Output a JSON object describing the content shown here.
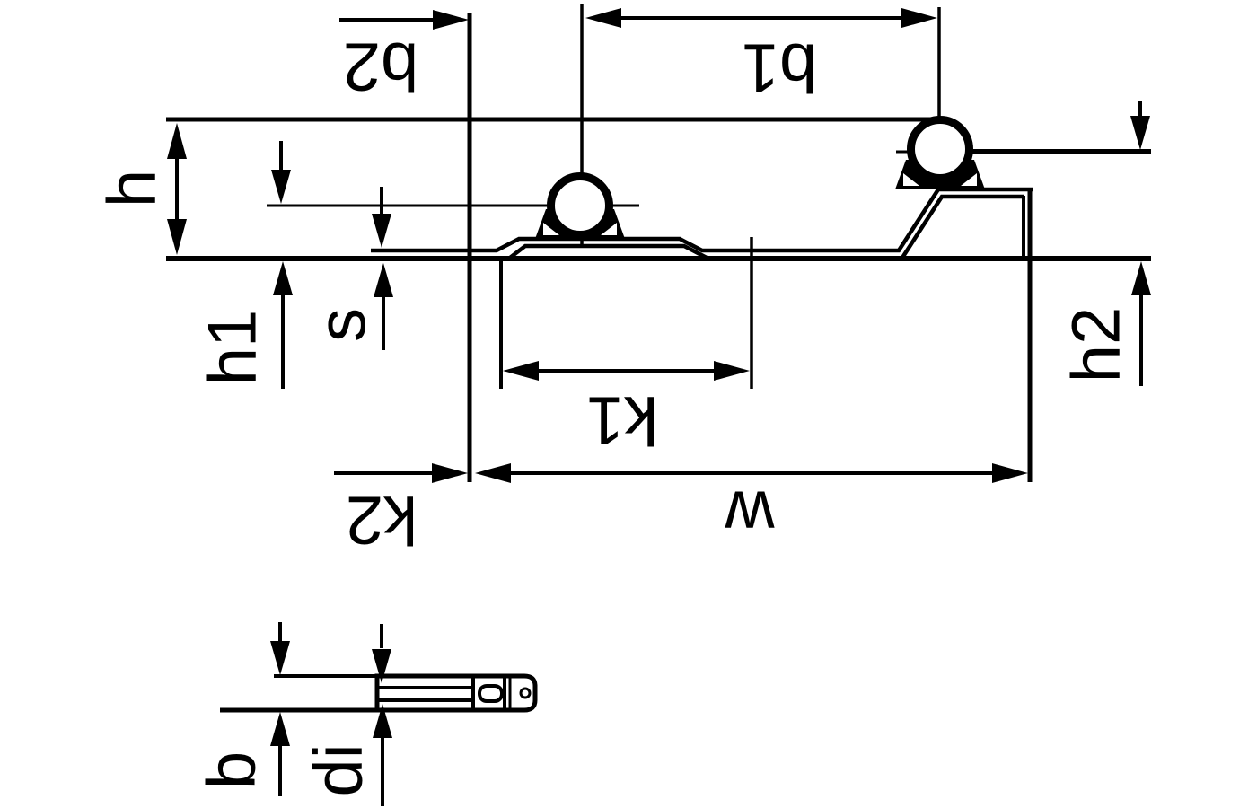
{
  "drawing": {
    "title": "pipe-clamp-rail-dimension-diagram",
    "background_color": "#ffffff",
    "ink_color": "#000000",
    "labels": {
      "b2": "b2",
      "b1": "b1",
      "h": "h",
      "h1": "h1",
      "s": "s",
      "h2": "h2",
      "k1": "k1",
      "k2": "k2",
      "w": "w",
      "b": "b",
      "di": "di"
    },
    "label_orientation": {
      "b2": "rotated-180",
      "b1": "rotated-180",
      "k1": "rotated-180",
      "k2": "rotated-180",
      "w": "rotated-180",
      "h": "rotated-minus-90",
      "h1": "rotated-minus-90",
      "s": "rotated-minus-90",
      "h2": "rotated-minus-90",
      "b": "rotated-minus-90",
      "di": "rotated-minus-90"
    }
  }
}
